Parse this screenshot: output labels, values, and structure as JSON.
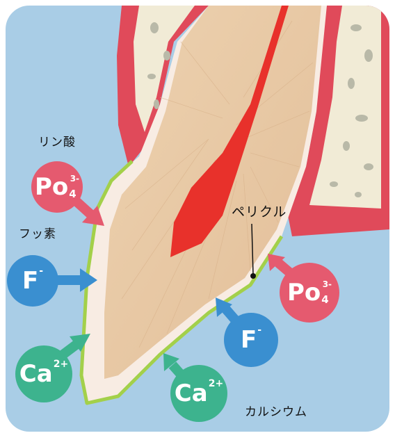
{
  "labels": {
    "phosphoric_acid": "リン酸",
    "fluorine": "フッ素",
    "pellicle": "ペリクル",
    "calcium": "カルシウム"
  },
  "ions": {
    "phosphate": {
      "base": "Po",
      "sub": "4",
      "sup": "3-"
    },
    "fluoride": {
      "base": "F",
      "sup": "-"
    },
    "calcium": {
      "base": "Ca",
      "sup": "2+"
    }
  },
  "colors": {
    "background": "#a9cde6",
    "gum": "#e04a5a",
    "pulp": "#e8312b",
    "dentin": "#e9c9a4",
    "enamel": "#f8ece3",
    "pellicle": "#a3d04a",
    "phosphate": "#e55a6f",
    "fluoride": "#3a8fd0",
    "calcium": "#3db38e"
  }
}
